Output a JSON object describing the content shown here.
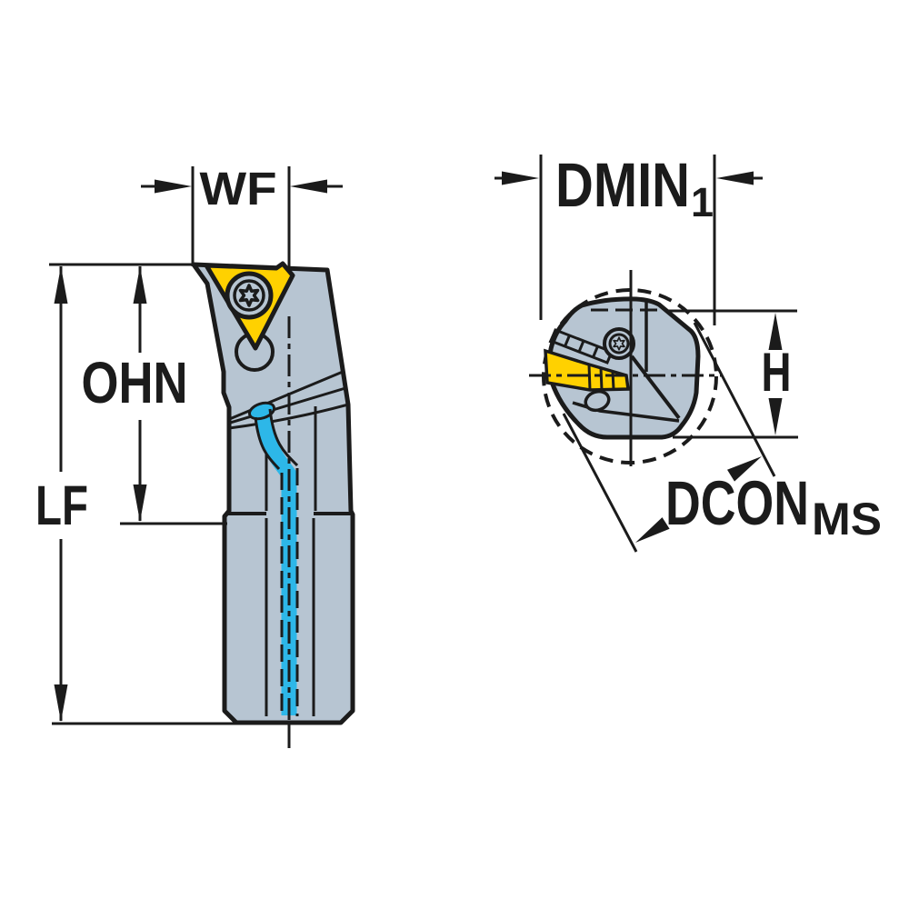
{
  "drawing": {
    "labels": {
      "wf": "WF",
      "ohn": "OHN",
      "lf": "LF",
      "dmin": "DMIN",
      "dmin_sub": "1",
      "h": "H",
      "dcon": "DCON",
      "dcon_sub": "MS"
    },
    "colors": {
      "outline": "#1b1b1b",
      "body": "#b7c5d2",
      "insert": "#ffd100",
      "coolant": "#2db7e8",
      "background": "#ffffff"
    }
  }
}
